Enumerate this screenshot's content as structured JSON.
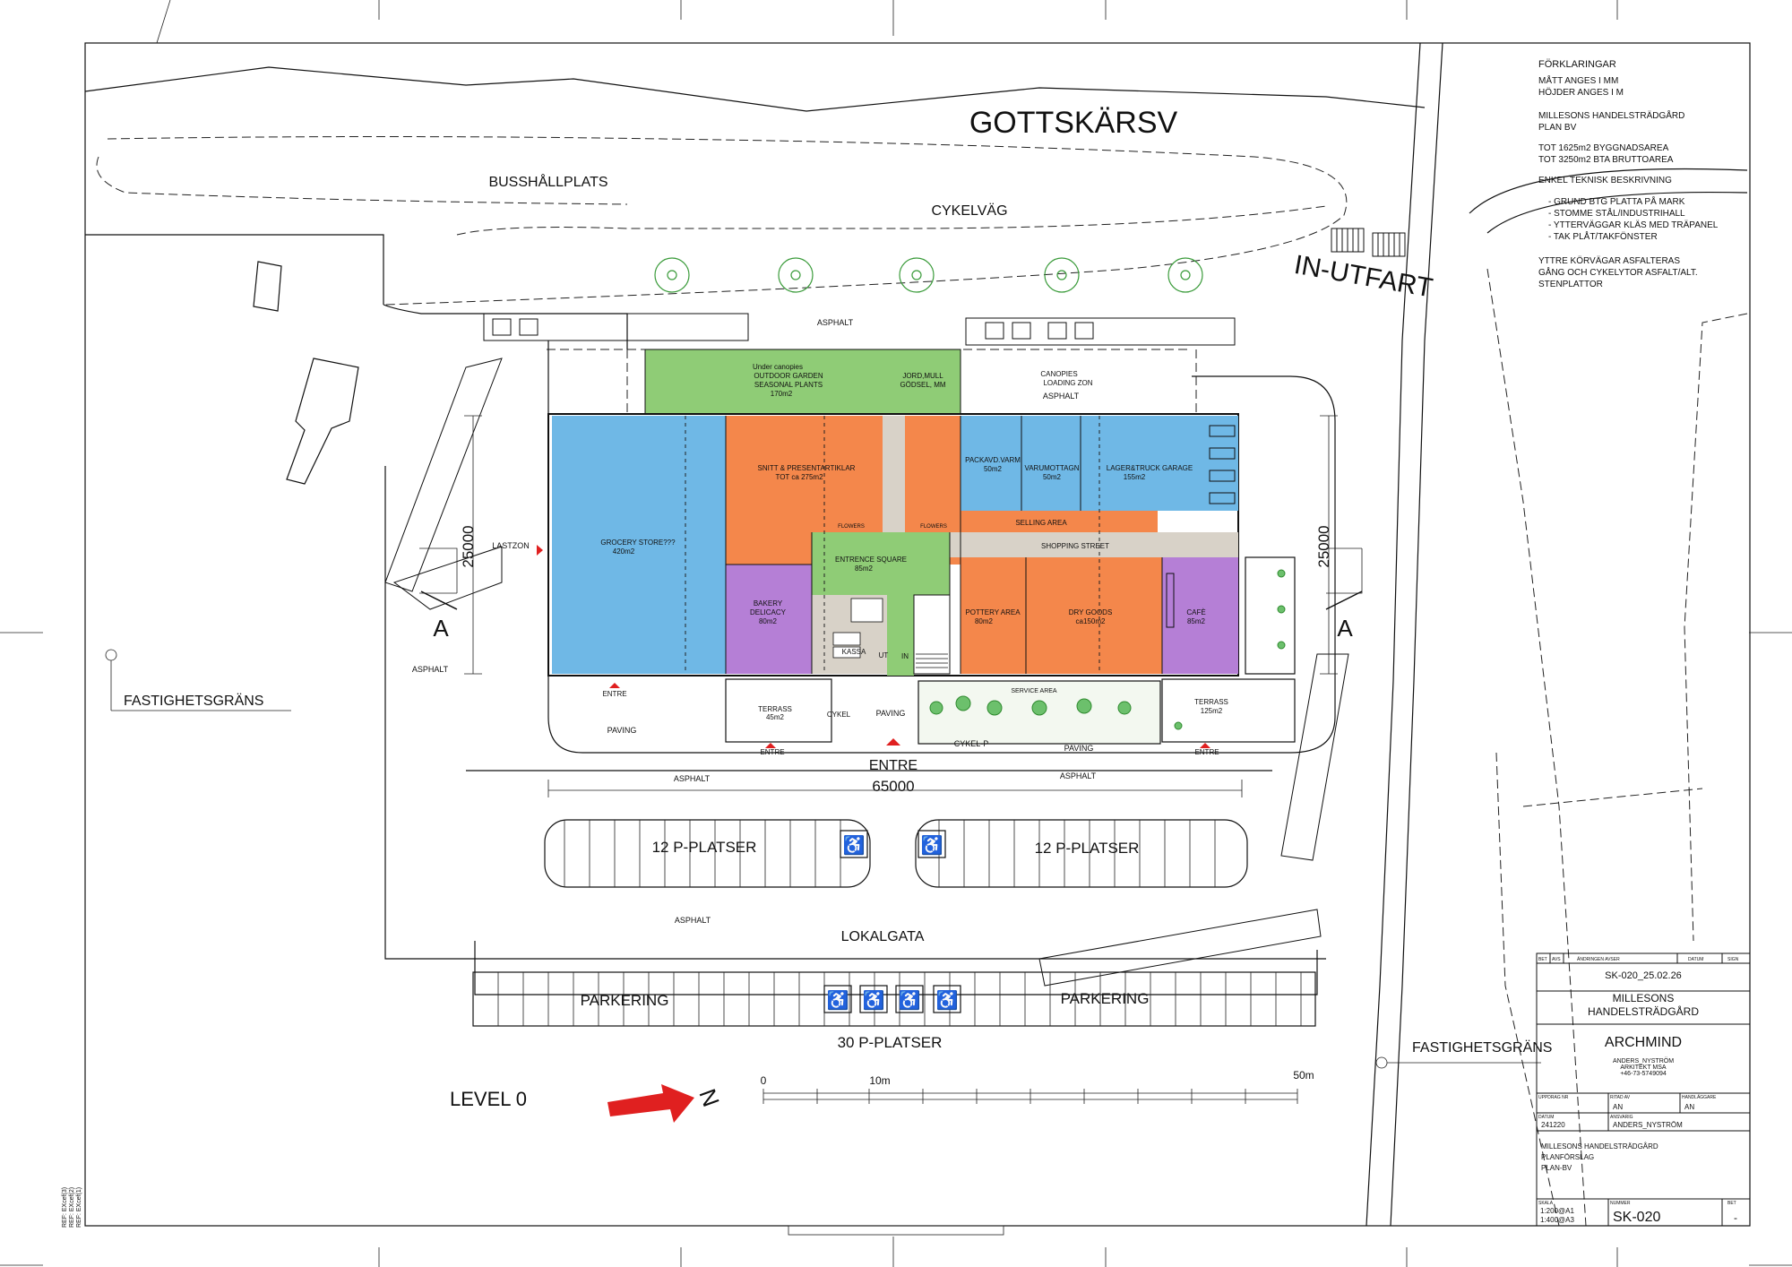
{
  "road_labels": {
    "main_road": "GOTTSKÄRSV",
    "bus_stop": "BUSSHÅLLPLATS",
    "bike_path": "CYKELVÄG",
    "in_out": "IN-UTFART",
    "local_street": "LOKALGATA",
    "property_line_left": "FASTIGHETSGRÄNS",
    "property_line_right": "FASTIGHETSGRÄNS",
    "level": "LEVEL 0",
    "north": "N"
  },
  "surface_labels": {
    "asphalt_top": "ASPHALT",
    "asphalt_loading": "ASPHALT",
    "asphalt_left": "ASPHALT",
    "asphalt_bottom_left": "ASPHALT",
    "asphalt_bottom_right": "ASPHALT",
    "asphalt_lower": "ASPHALT",
    "paving_left": "PAVING",
    "paving_mid": "PAVING",
    "paving_right": "PAVING",
    "lastzon": "LASTZON",
    "service_area": "SERVICE AREA",
    "cykel_p": "CYKEL-P"
  },
  "parking": {
    "left_rows": "12 P-PLATSER",
    "right_rows": "12 P-PLATSER",
    "parkering_left": "PARKERING",
    "parkering_right": "PARKERING",
    "total": "30 P-PLATSER"
  },
  "dimensions": {
    "width": "65000",
    "depth_left": "25000",
    "depth_right": "25000",
    "section_left": "A",
    "section_right": "A"
  },
  "entrances": {
    "entre_main": "ENTRE",
    "entre_small_1": "ENTRE",
    "entre_small_2": "ENTRE",
    "entre_small_3": "ENTRE"
  },
  "rooms": {
    "garden_1": "Under canopies",
    "garden_2": "OUTDOOR GARDEN",
    "garden_3": "SEASONAL PLANTS",
    "garden_4": "170m2",
    "jord_1": "JORD,MULL",
    "jord_2": "GÖDSEL, MM",
    "canopies_1": "CANOPIES",
    "canopies_2": "LOADING ZON",
    "grocery_1": "GROCERY STORE???",
    "grocery_2": "420m2",
    "snitt_1": "SNITT & PRESENTARTIKLAR",
    "snitt_2": "TOT ca 275m2",
    "flowers_1": "FLOWERS",
    "flowers_2": "FLOWERS",
    "packavd_1": "PACKAVD.VARM",
    "packavd_2": "50m2",
    "varumottagn_1": "VARUMOTTAGN",
    "varumottagn_2": "50m2",
    "lager_1": "LAGER&TRUCK GARAGE",
    "lager_2": "155m2",
    "selling": "SELLING AREA",
    "shopping": "SHOPPING STREET",
    "entrence_1": "ENTRENCE SQUARE",
    "entrence_2": "85m2",
    "bakery_1": "BAKERY",
    "bakery_2": "DELICACY",
    "bakery_3": "80m2",
    "pottery_1": "POTTERY AREA",
    "pottery_2": "80m2",
    "drygoods_1": "DRY GOODS",
    "drygoods_2": "ca150m2",
    "cafe_1": "CAFÈ",
    "cafe_2": "85m2",
    "kassa": "KASSA",
    "ut": "UT",
    "in": "IN",
    "terrass_l_1": "TERRASS",
    "terrass_l_2": "45m2",
    "terrass_r_1": "TERRASS",
    "terrass_r_2": "125m2",
    "cykel": "CYKEL"
  },
  "scale_bar": {
    "zero": "0",
    "ten": "10m",
    "fifty": "50m"
  },
  "legend": {
    "heading": "FÖRKLARINGAR",
    "lines": [
      "MÅTT ANGES I  MM",
      "HÖJDER ANGES I M",
      "",
      "MILLESONS HANDELSTRÄDGÅRD",
      "PLAN BV",
      "",
      "TOT 1625m2 BYGGNADSAREA",
      "TOT 3250m2 BTA BRUTTOAREA",
      "",
      "ENKEL TEKNISK BESKRIVNING",
      "",
      "-     GRUND BTG PLATTA PÅ MARK",
      "-     STOMME STÅL/INDUSTRIHALL",
      "-     YTTERVÄGGAR KLÄS MED TRÄPANEL",
      "-     TAK PLÅT/TAKFÖNSTER",
      "",
      "YTTRE KÖRVÄGAR ASFALTERAS",
      "GÅNG OCH CYKELYTOR ASFALT/ALT.",
      "STENPLATTOR"
    ]
  },
  "title_block": {
    "h_bet": "BET",
    "h_avs": "AVS",
    "h_andring": "ÄNDRINGEN AVSER",
    "h_datum": "DATUM",
    "h_sign": "SIGN",
    "revision": "SK-020_25.02.26",
    "project_1": "MILLESONS",
    "project_2": "HANDELSTRÄDGÅRD",
    "office": "ARCHMIND",
    "office_sub_1": "ANDERS_NYSTRÖM",
    "office_sub_2": "ARKITEKT MSA",
    "office_sub_3": "+46-73-5749094",
    "l_uppdrag": "UPPDRAG NR",
    "l_ritad": "RITAD AV",
    "ritad": "AN",
    "l_handl": "HANDLÄGGARE",
    "handl": "AN",
    "l_datum": "DATUM",
    "datum": "241220",
    "l_ansvarig": "ANSVARIG",
    "ansvarig": "ANDERS_NYSTRÖM",
    "desc_1": "MILLESONS HANDELSTRÄDGÅRD",
    "desc_2": "PLANFÖRSLAG",
    "desc_3": "PLAN-BV",
    "l_skala": "SKALA",
    "skala_1": "1:200@A1",
    "skala_2": "1:400@A3",
    "l_nummer": "NUMMER",
    "nummer": "SK-020",
    "l_bet": "BET",
    "bet": "-"
  },
  "xref": [
    "REF: EXcef(3)",
    "REF: EXcef(2)",
    "REF: EXcef(1)"
  ],
  "colors": {
    "blue": "#6fb8e6",
    "orange": "#f4874b",
    "purple": "#b57fd6",
    "green": "#8fcc76",
    "light_green": "#9fd98a",
    "grey": "#d8d2c8",
    "red": "#e02020"
  }
}
